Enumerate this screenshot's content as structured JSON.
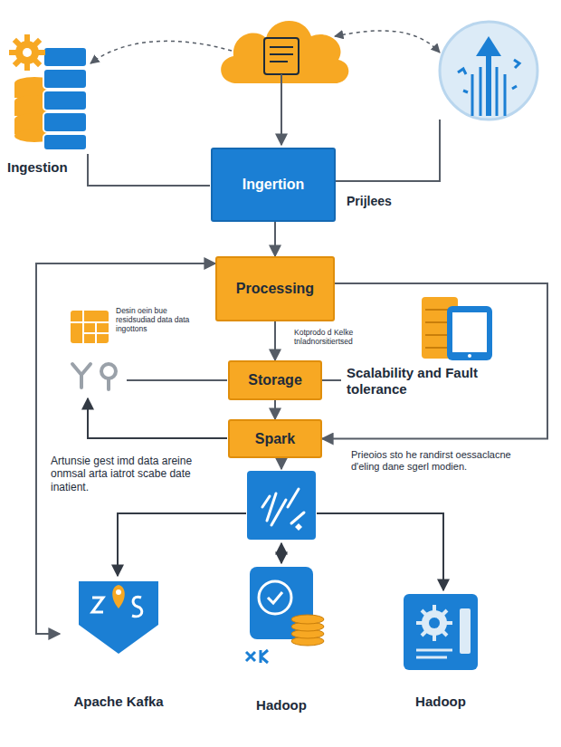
{
  "diagram": {
    "nodes": [
      {
        "text": [
          "Ingertion"
        ]
      },
      {
        "text": [
          "Processing"
        ]
      },
      {
        "text": [
          "Storage"
        ]
      },
      {
        "text": [
          "Spark"
        ]
      },
      {
        "text": [
          "Apache Kafka"
        ]
      },
      {
        "text": [
          "Hadoop"
        ]
      },
      {
        "text": [
          "Hadoop"
        ]
      }
    ],
    "edges": [
      {
        "from": 0,
        "to": 1,
        "arrow": "to"
      },
      {
        "from": 1,
        "to": 2,
        "arrow": "to"
      },
      {
        "from": 2,
        "to": 3,
        "arrow": "to"
      },
      {
        "from": 1,
        "to": 3,
        "arrow": "to"
      },
      {
        "from": 1,
        "to": 4,
        "arrow": "both"
      }
    ],
    "labels": [
      "Ingestion",
      "Prijlees",
      "Desin oein bue residsudiad data data ingottons",
      "Kotprodo d Kelke tnladnorsitiertsed",
      "Scalability and Fault tolerance",
      "Artunsie gest imd data areine onmsal arta iatrot scabe date inatient.",
      "Prieoios sto he randirst oessaclacne d'eling dane sgerl modien."
    ]
  }
}
